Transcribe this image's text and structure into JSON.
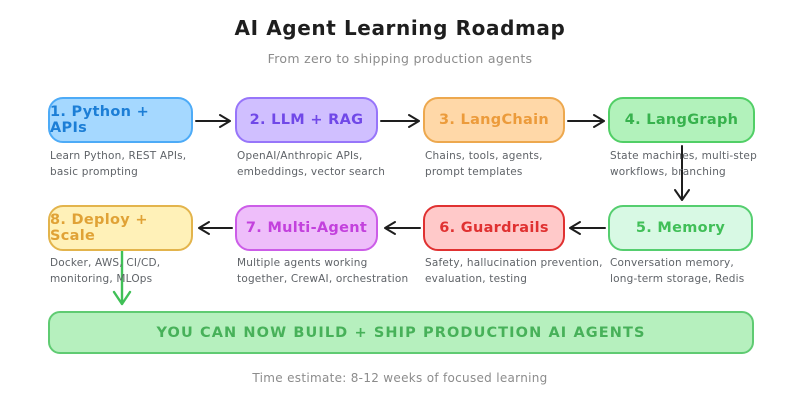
{
  "header": {
    "title": "AI Agent Learning Roadmap",
    "subtitle": "From zero to shipping production agents"
  },
  "steps": [
    {
      "label": "1. Python + APIs",
      "description": "Learn Python, REST APIs,\nbasic prompting",
      "color": "blue"
    },
    {
      "label": "2. LLM + RAG",
      "description": "OpenAI/Anthropic APIs,\nembeddings, vector search",
      "color": "purple"
    },
    {
      "label": "3. LangChain",
      "description": "Chains, tools, agents,\nprompt templates",
      "color": "orange"
    },
    {
      "label": "4. LangGraph",
      "description": "State machines, multi-step\nworkflows, branching",
      "color": "green"
    },
    {
      "label": "5. Memory",
      "description": "Conversation memory,\nlong-term storage, Redis",
      "color": "mint"
    },
    {
      "label": "6. Guardrails",
      "description": "Safety, hallucination prevention,\nevaluation, testing",
      "color": "red"
    },
    {
      "label": "7. Multi-Agent",
      "description": "Multiple agents working\ntogether, CrewAI, orchestration",
      "color": "pink"
    },
    {
      "label": "8. Deploy + Scale",
      "description": "Docker, AWS, CI/CD,\nmonitoring, MLOps",
      "color": "yellow"
    }
  ],
  "banner": {
    "label": "YOU CAN NOW BUILD + SHIP PRODUCTION AI AGENTS"
  },
  "footer": {
    "time_estimate": "Time estimate: 8-12 weeks of focused learning"
  },
  "palette": {
    "blue": {
      "fill": "#a5d8ff",
      "border": "#4dabf7",
      "text": "#1c7ed6"
    },
    "purple": {
      "fill": "#d0bfff",
      "border": "#9775fa",
      "text": "#7048e8"
    },
    "orange": {
      "fill": "#ffd8a8",
      "border": "#eda84e",
      "text": "#ec9b3b"
    },
    "green": {
      "fill": "#b2f2bb",
      "border": "#51cf66",
      "text": "#37b24d"
    },
    "mint": {
      "fill": "#d8f9e4",
      "border": "#55ce6f",
      "text": "#41bf58"
    },
    "red": {
      "fill": "#ffc9c9",
      "border": "#e03131",
      "text": "#e03131"
    },
    "pink": {
      "fill": "#eebefa",
      "border": "#cc5de8",
      "text": "#c341dd"
    },
    "yellow": {
      "fill": "#fff1b8",
      "border": "#e3b44c",
      "text": "#e0a236"
    }
  },
  "banner_colors": {
    "fill": "#b6f0be",
    "border": "#5fcb72",
    "text": "#47b159"
  },
  "arrow_colors": {
    "flow": "#1e1e1e",
    "success": "#40c057"
  }
}
